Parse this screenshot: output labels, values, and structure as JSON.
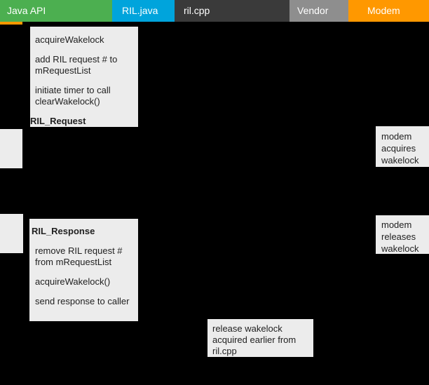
{
  "header": {
    "lanes": [
      {
        "label": "Java API",
        "color": "#4CAF50"
      },
      {
        "label": "RIL.java",
        "color": "#00A4DC"
      },
      {
        "label": "ril.cpp",
        "color": "#3A3A3A"
      },
      {
        "label": "Vendor",
        "color": "#8E8E8E"
      },
      {
        "label": "Modem",
        "color": "#FF9800"
      }
    ],
    "accent_marker_color": "#FF9800"
  },
  "notes": {
    "request_note": {
      "lines": [
        "acquireWakelock",
        "add RIL request # to mRequestList",
        "initiate timer to call clearWakelock()"
      ],
      "label": "RIL_Request"
    },
    "modem_acquires_note": "modem acquires wakelock",
    "response_note": {
      "label": "RIL_Response",
      "lines": [
        "remove RIL request # from mRequestList",
        "acquireWakelock()",
        "send response to caller"
      ]
    },
    "modem_releases_note": "modem releases wakelock",
    "release_note": "release wakelock acquired earlier from ril.cpp"
  },
  "colors": {
    "background": "#000000",
    "note_background": "#ECECEC",
    "note_text": "#212121",
    "header_text": "#FFFFFF"
  }
}
